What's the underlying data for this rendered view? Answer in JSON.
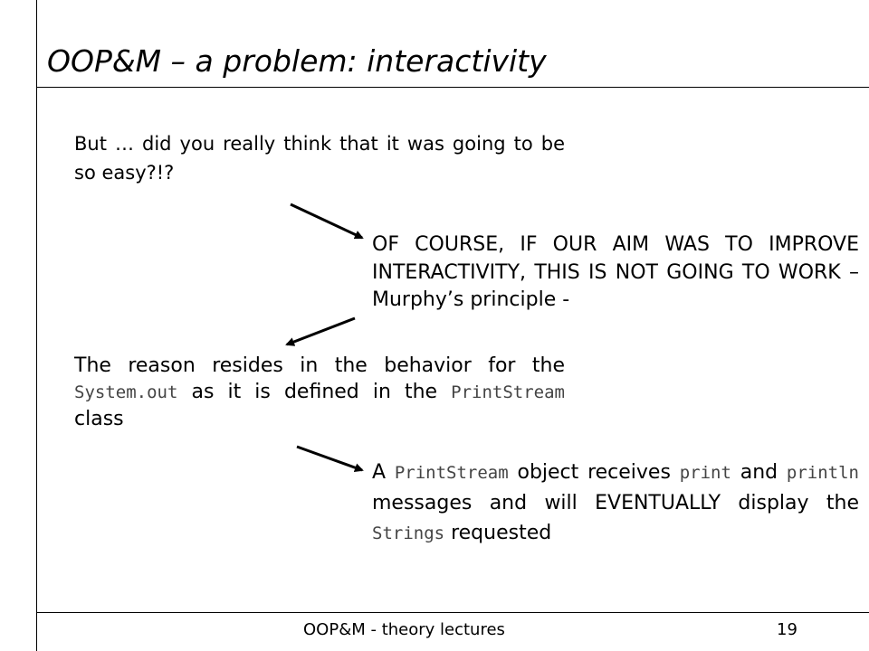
{
  "slide": {
    "title": "OOP&M – a problem: interactivity",
    "p1": "But … did you really think that it was going to be so easy?!?",
    "p2": "OF COURSE, IF OUR AIM WAS TO IMPROVE INTERACTIVITY, THIS IS NOT GOING TO WORK – Murphy’s principle -",
    "p3": {
      "t1": "The reason resides in the behavior for the ",
      "code1": "System.out",
      "t2": " as it is defined in the ",
      "code2": "PrintStream",
      "t3": " class"
    },
    "p4": {
      "t1": "A ",
      "code1": "PrintStream",
      "t2": " object receives ",
      "code2": "print",
      "t3": " and ",
      "code3": "println",
      "t4": " messages and will EVENTUALLY display the ",
      "code4": "Strings",
      "t5": " requested"
    }
  },
  "footer": {
    "left": "OOP&M - theory lectures",
    "page": "19"
  }
}
